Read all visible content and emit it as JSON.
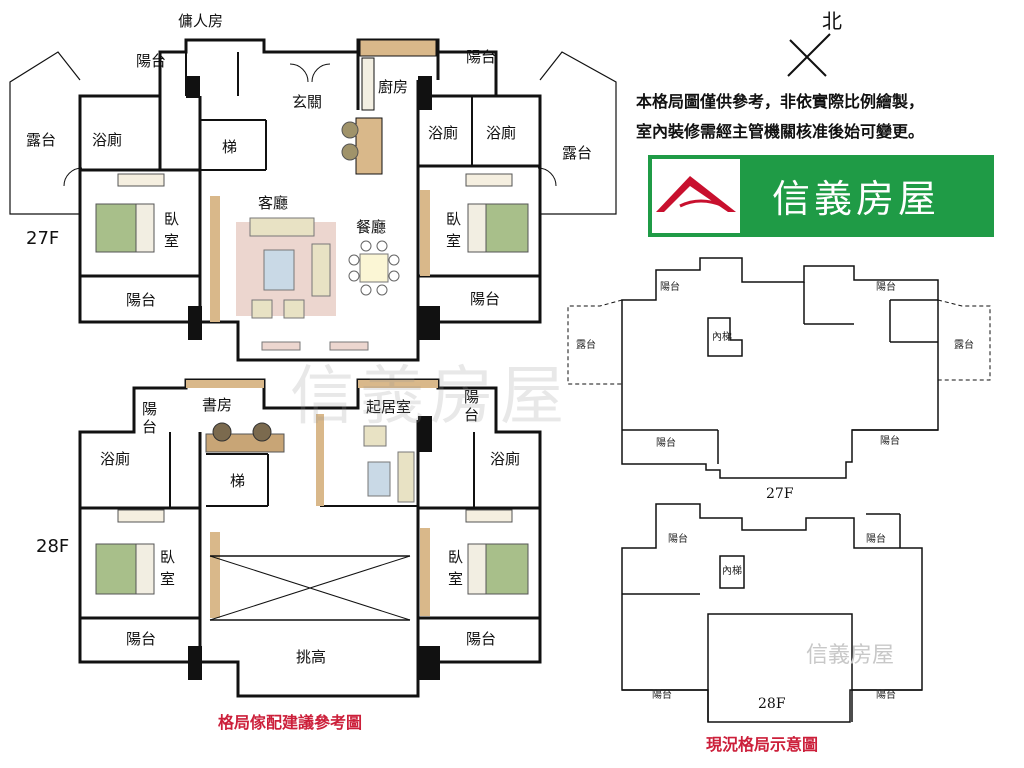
{
  "north": "北",
  "notes": [
    "本格局圖僅供參考，非依實際比例繪製，",
    "室內裝修需經主管機關核准後始可變更。"
  ],
  "brand": {
    "name": "信義房屋",
    "color": "#1f9b46",
    "logo_red": "#c8102e"
  },
  "floors": {
    "f27": "27F",
    "f28": "28F"
  },
  "rooms27": {
    "maid": "傭人房",
    "balcony_nw": "陽台",
    "terrace_w": "露台",
    "bath_w": "浴廁",
    "stair": "梯",
    "foyer": "玄關",
    "kitchen": "廚房",
    "balcony_ne": "陽台",
    "bath_e1": "浴廁",
    "bath_e2": "浴廁",
    "terrace_e": "露台",
    "living": "客廳",
    "dining": "餐廳",
    "bed_w": "臥\n室",
    "bed_e": "臥\n室",
    "balcony_sw": "陽台",
    "balcony_se": "陽台"
  },
  "rooms28": {
    "balcony_nw": "陽台",
    "study": "書房",
    "family": "起居室",
    "balcony_ne": "陽台",
    "bath_w": "浴廁",
    "stair": "梯",
    "bath_e": "浴廁",
    "bed_w": "臥\n室",
    "bed_e": "臥\n室",
    "balcony_sw": "陽台",
    "void": "挑高",
    "balcony_se": "陽台"
  },
  "small27": {
    "balcony_nw": "陽台",
    "balcony_ne": "陽台",
    "terrace_w": "露台",
    "terrace_e": "露台",
    "stair": "內梯",
    "balcony_sw": "陽台",
    "balcony_se": "陽台",
    "floor": "27F"
  },
  "small28": {
    "balcony_nw": "陽台",
    "balcony_ne": "陽台",
    "stair": "內梯",
    "balcony_sw": "陽台",
    "balcony_se": "陽台",
    "floor": "28F"
  },
  "captions": {
    "left": "格局傢配建議參考圖",
    "right": "現況格局示意圖"
  },
  "watermark": "信義房屋"
}
